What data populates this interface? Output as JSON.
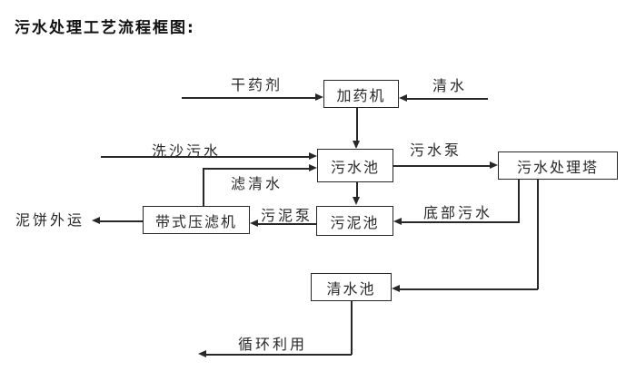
{
  "meta": {
    "background": "#ffffff",
    "ink": "#282828"
  },
  "title": "污水处理工艺流程框图:",
  "nodes": {
    "dosing_machine": "加药机",
    "sewage_pool": "污水池",
    "treatment_tower": "污水处理塔",
    "belt_filter_press": "带式压滤机",
    "sludge_pool": "污泥池",
    "clear_water_pool": "清水池"
  },
  "flow_labels": {
    "dry_chemical": "干药剂",
    "clear_water": "清水",
    "sand_washing_sewage": "洗沙污水",
    "filtered_water": "滤清水",
    "sewage_pump": "污水泵",
    "bottom_sewage": "底部污水",
    "sludge_pump": "污泥泵",
    "mud_cake_outbound": "泥饼外运",
    "recycling": "循环利用"
  }
}
